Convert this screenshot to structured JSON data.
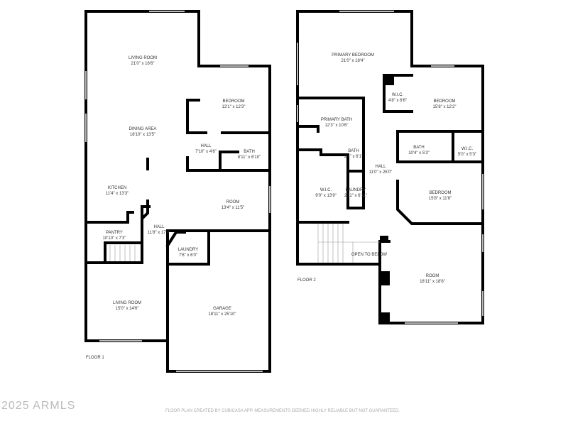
{
  "floor1": {
    "label": "FLOOR 1",
    "rooms": [
      {
        "name": "LIVING ROOM",
        "dims": "21'0\" x 16'6\""
      },
      {
        "name": "BEDROOM",
        "dims": "13'1\" x 12'3\""
      },
      {
        "name": "DINING AREA",
        "dims": "18'10\" x 13'5\""
      },
      {
        "name": "HALL",
        "dims": "7'10\" x 4'6\""
      },
      {
        "name": "BATH",
        "dims": "8'11\" x 6'10\""
      },
      {
        "name": "KITCHEN",
        "dims": "11'4\" x 13'3\""
      },
      {
        "name": "ROOM",
        "dims": "13'4\" x 11'5\""
      },
      {
        "name": "PANTRY",
        "dims": "10'10\" x 7'3\""
      },
      {
        "name": "HALL",
        "dims": "11'8\" x 17'8\""
      },
      {
        "name": "LAUNDRY",
        "dims": "7'6\" x 6'0\""
      },
      {
        "name": "LIVING ROOM",
        "dims": "15'0\" x 14'6\""
      },
      {
        "name": "GARAGE",
        "dims": "18'11\" x 25'10\""
      }
    ]
  },
  "floor2": {
    "label": "FLOOR 2",
    "rooms": [
      {
        "name": "PRIMARY BEDROOM",
        "dims": "21'0\" x 18'4\""
      },
      {
        "name": "W.I.C.",
        "dims": "4'8\" x 6'6\""
      },
      {
        "name": "BEDROOM",
        "dims": "15'8\" x 12'2\""
      },
      {
        "name": "PRIMARY BATH",
        "dims": "12'3\" x 10'6\""
      },
      {
        "name": "BATH",
        "dims": "2'1\" x 6'1\""
      },
      {
        "name": "BATH",
        "dims": "10'4\" x 5'3\""
      },
      {
        "name": "W.I.C.",
        "dims": "5'0\" x 5'3\""
      },
      {
        "name": "HALL",
        "dims": "11'0\" x 25'0\""
      },
      {
        "name": "W.I.C.",
        "dims": "9'0\" x 13'9\""
      },
      {
        "name": "LAUNDRY",
        "dims": "2'11\" x 6'11\""
      },
      {
        "name": "BEDROOM",
        "dims": "15'8\" x 11'6\""
      },
      {
        "name": "OPEN TO BELOW",
        "dims": ""
      },
      {
        "name": "ROOM",
        "dims": "18'11\" x 18'8\""
      }
    ]
  },
  "watermark": "2025 ARMLS",
  "disclaimer": "FLOOR PLAN CREATED BY CUBICASA APP. MEASUREMENTS DEEMED HIGHLY RELIABLE BUT NOT GUARANTEED."
}
